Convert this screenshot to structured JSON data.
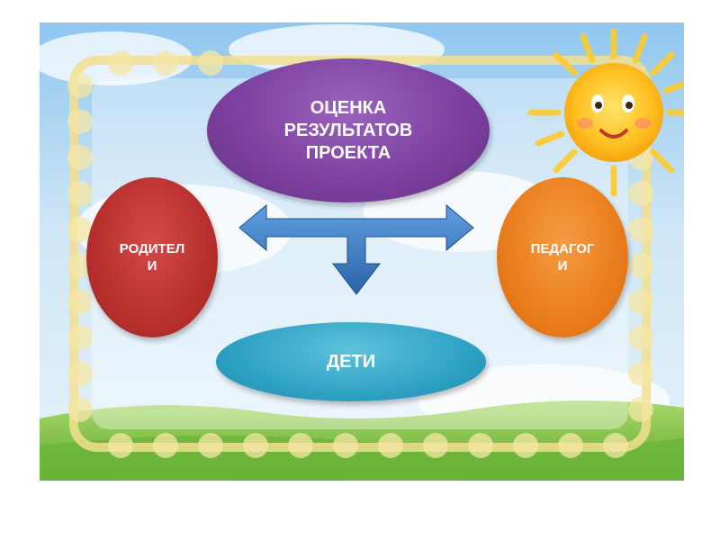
{
  "diagram": {
    "nodes": [
      {
        "id": "top",
        "label": "ОЦЕНКА\nРЕЗУЛЬТАТОВ\nПРОЕКТА",
        "color": "#7b3f9e"
      },
      {
        "id": "left",
        "label": "РОДИТЕЛ\nИ",
        "color": "#b8302e"
      },
      {
        "id": "right",
        "label": "ПЕДАГОГ\nИ",
        "color": "#ea7d1c"
      },
      {
        "id": "bottom",
        "label": "ДЕТИ",
        "color": "#2fa2c4"
      }
    ],
    "connector": {
      "type": "double-headed-arrow-with-down-branch",
      "color": "#2f6fb3",
      "connects": [
        "left",
        "right",
        "bottom"
      ]
    }
  },
  "background": {
    "theme": "sky-with-sun-and-grass",
    "frame": "scalloped-yellow-border",
    "colors": {
      "sky": "#bfe0f5",
      "grass": "#7cc242",
      "sun": "#ffc21c",
      "frame": "#f4e39a"
    }
  }
}
